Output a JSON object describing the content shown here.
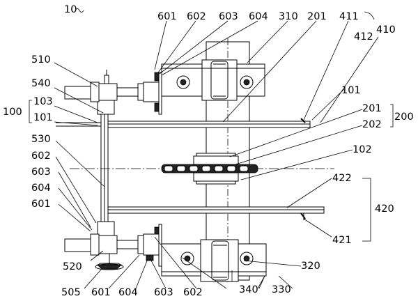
{
  "figure": {
    "title": "10",
    "labels": {
      "l_601_top": "601",
      "l_602_top": "602",
      "l_603_top": "603",
      "l_604_top": "604",
      "l_310": "310",
      "l_201_top": "201",
      "l_411": "411",
      "l_410": "410",
      "l_412": "412",
      "l_510": "510",
      "l_540": "540",
      "l_100": "100",
      "l_103": "103",
      "l_101_left": "101",
      "l_101_right": "101",
      "l_201_right": "201",
      "l_200": "200",
      "l_202": "202",
      "l_530": "530",
      "l_602_left": "602",
      "l_102": "102",
      "l_603_left": "603",
      "l_604_left": "604",
      "l_422": "422",
      "l_420": "420",
      "l_601_left": "601",
      "l_421": "421",
      "l_520": "520",
      "l_320": "320",
      "l_505": "505",
      "l_601_bot": "601",
      "l_604_bot": "604",
      "l_603_bot": "603",
      "l_602_bot": "602",
      "l_340": "340",
      "l_330": "330"
    }
  }
}
